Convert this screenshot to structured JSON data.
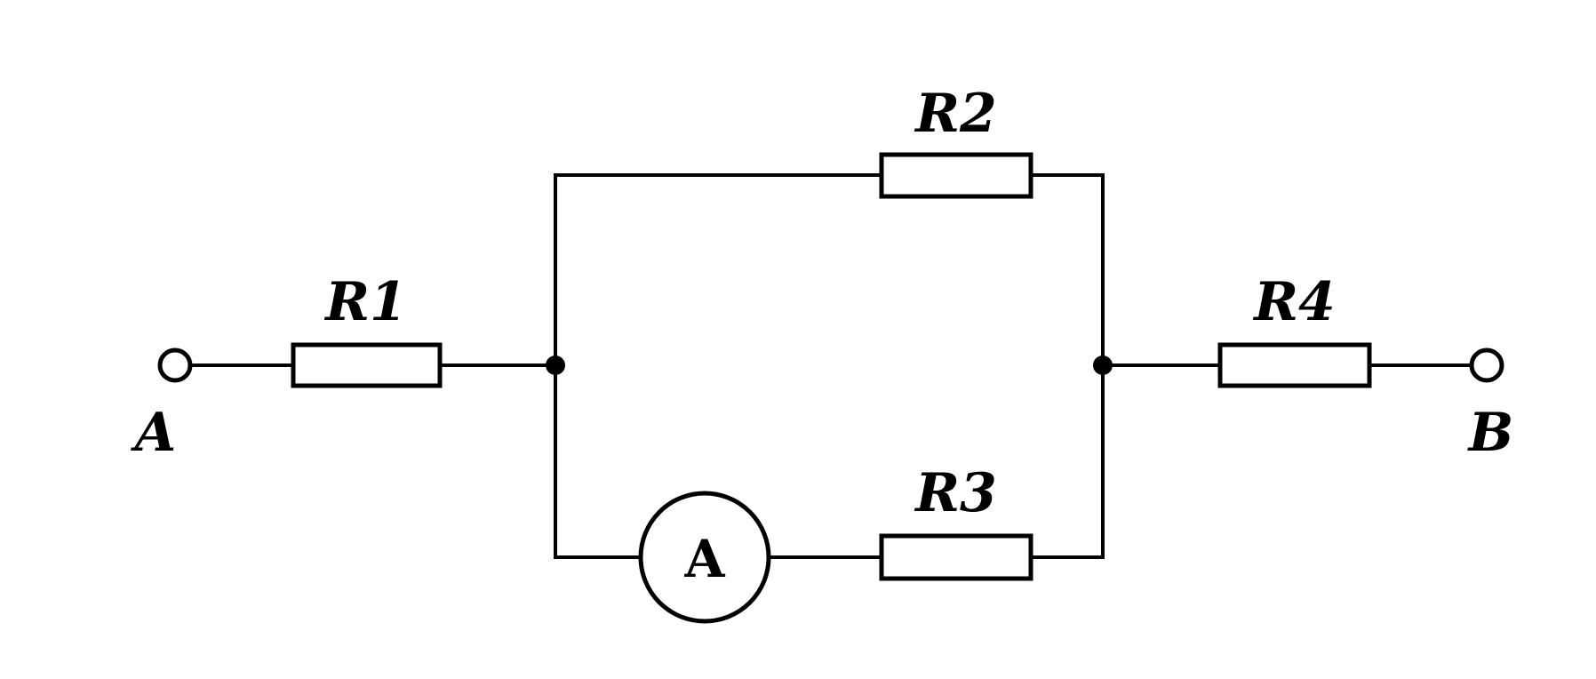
{
  "labels": {
    "r1": "R1",
    "r2": "R2",
    "r3": "R3",
    "r4": "R4",
    "terminal_a": "A",
    "terminal_b": "B",
    "ammeter": "A"
  }
}
